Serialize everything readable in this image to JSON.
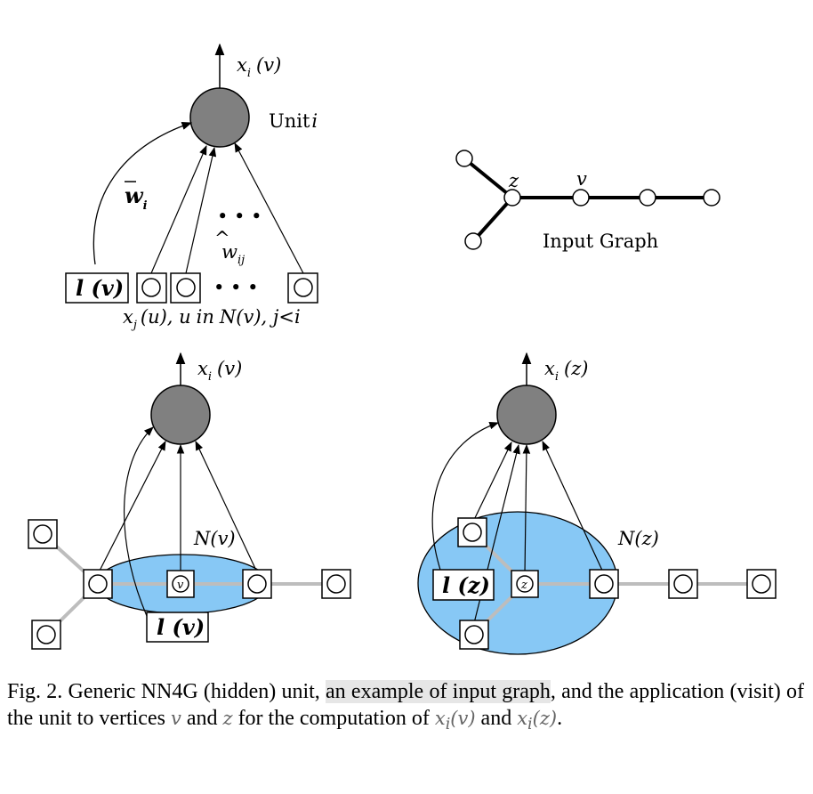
{
  "colors": {
    "unit_fill": "#808080",
    "neighborhood_fill": "#87c8f5",
    "graph_edge_light": "#bdbdbd",
    "graph_edge_dark": "#000000",
    "caption_highlight": "#e6e6e6"
  },
  "panel_unit": {
    "output_label": "x",
    "output_sub": "i",
    "output_arg": "(v)",
    "unit_label": "Unit",
    "unit_index": "i",
    "wbar_label": "w",
    "wbar_sub": "i",
    "what_label": "w",
    "what_sub": "ij",
    "dots_top": "• • •",
    "dots_bottom": "• • •",
    "label_box": "l (v)",
    "inputs_label": "x",
    "inputs_sub": "j",
    "inputs_rest": "(u), u",
    "inputs_in": "in",
    "inputs_tail": "N(v), j<i"
  },
  "panel_graph": {
    "node_z": "z",
    "node_v": "v",
    "title": "Input Graph"
  },
  "panel_visit_v": {
    "output_label": "x",
    "output_sub": "i",
    "output_arg": "(v)",
    "neighborhood_label": "N(v)",
    "center_node": "v",
    "label_box": "l (v)"
  },
  "panel_visit_z": {
    "output_label": "x",
    "output_sub": "i",
    "output_arg": "(z)",
    "neighborhood_label": "N(z)",
    "center_node": "z",
    "label_box": "l (z)"
  },
  "caption": {
    "p1": "Fig. 2.   Generic NN4G (hidden) unit, ",
    "highlight": "an example of input graph",
    "p2": ", and the application (visit) of the unit to vertices ",
    "m1": "v",
    "p3": " and ",
    "m2": "z",
    "p4": " for the computation of ",
    "m3": "x",
    "m3sub": "i",
    "m3arg": "(v)",
    "p5": " and ",
    "m4": "x",
    "m4sub": "i",
    "m4arg": "(z)",
    "p6": "."
  }
}
